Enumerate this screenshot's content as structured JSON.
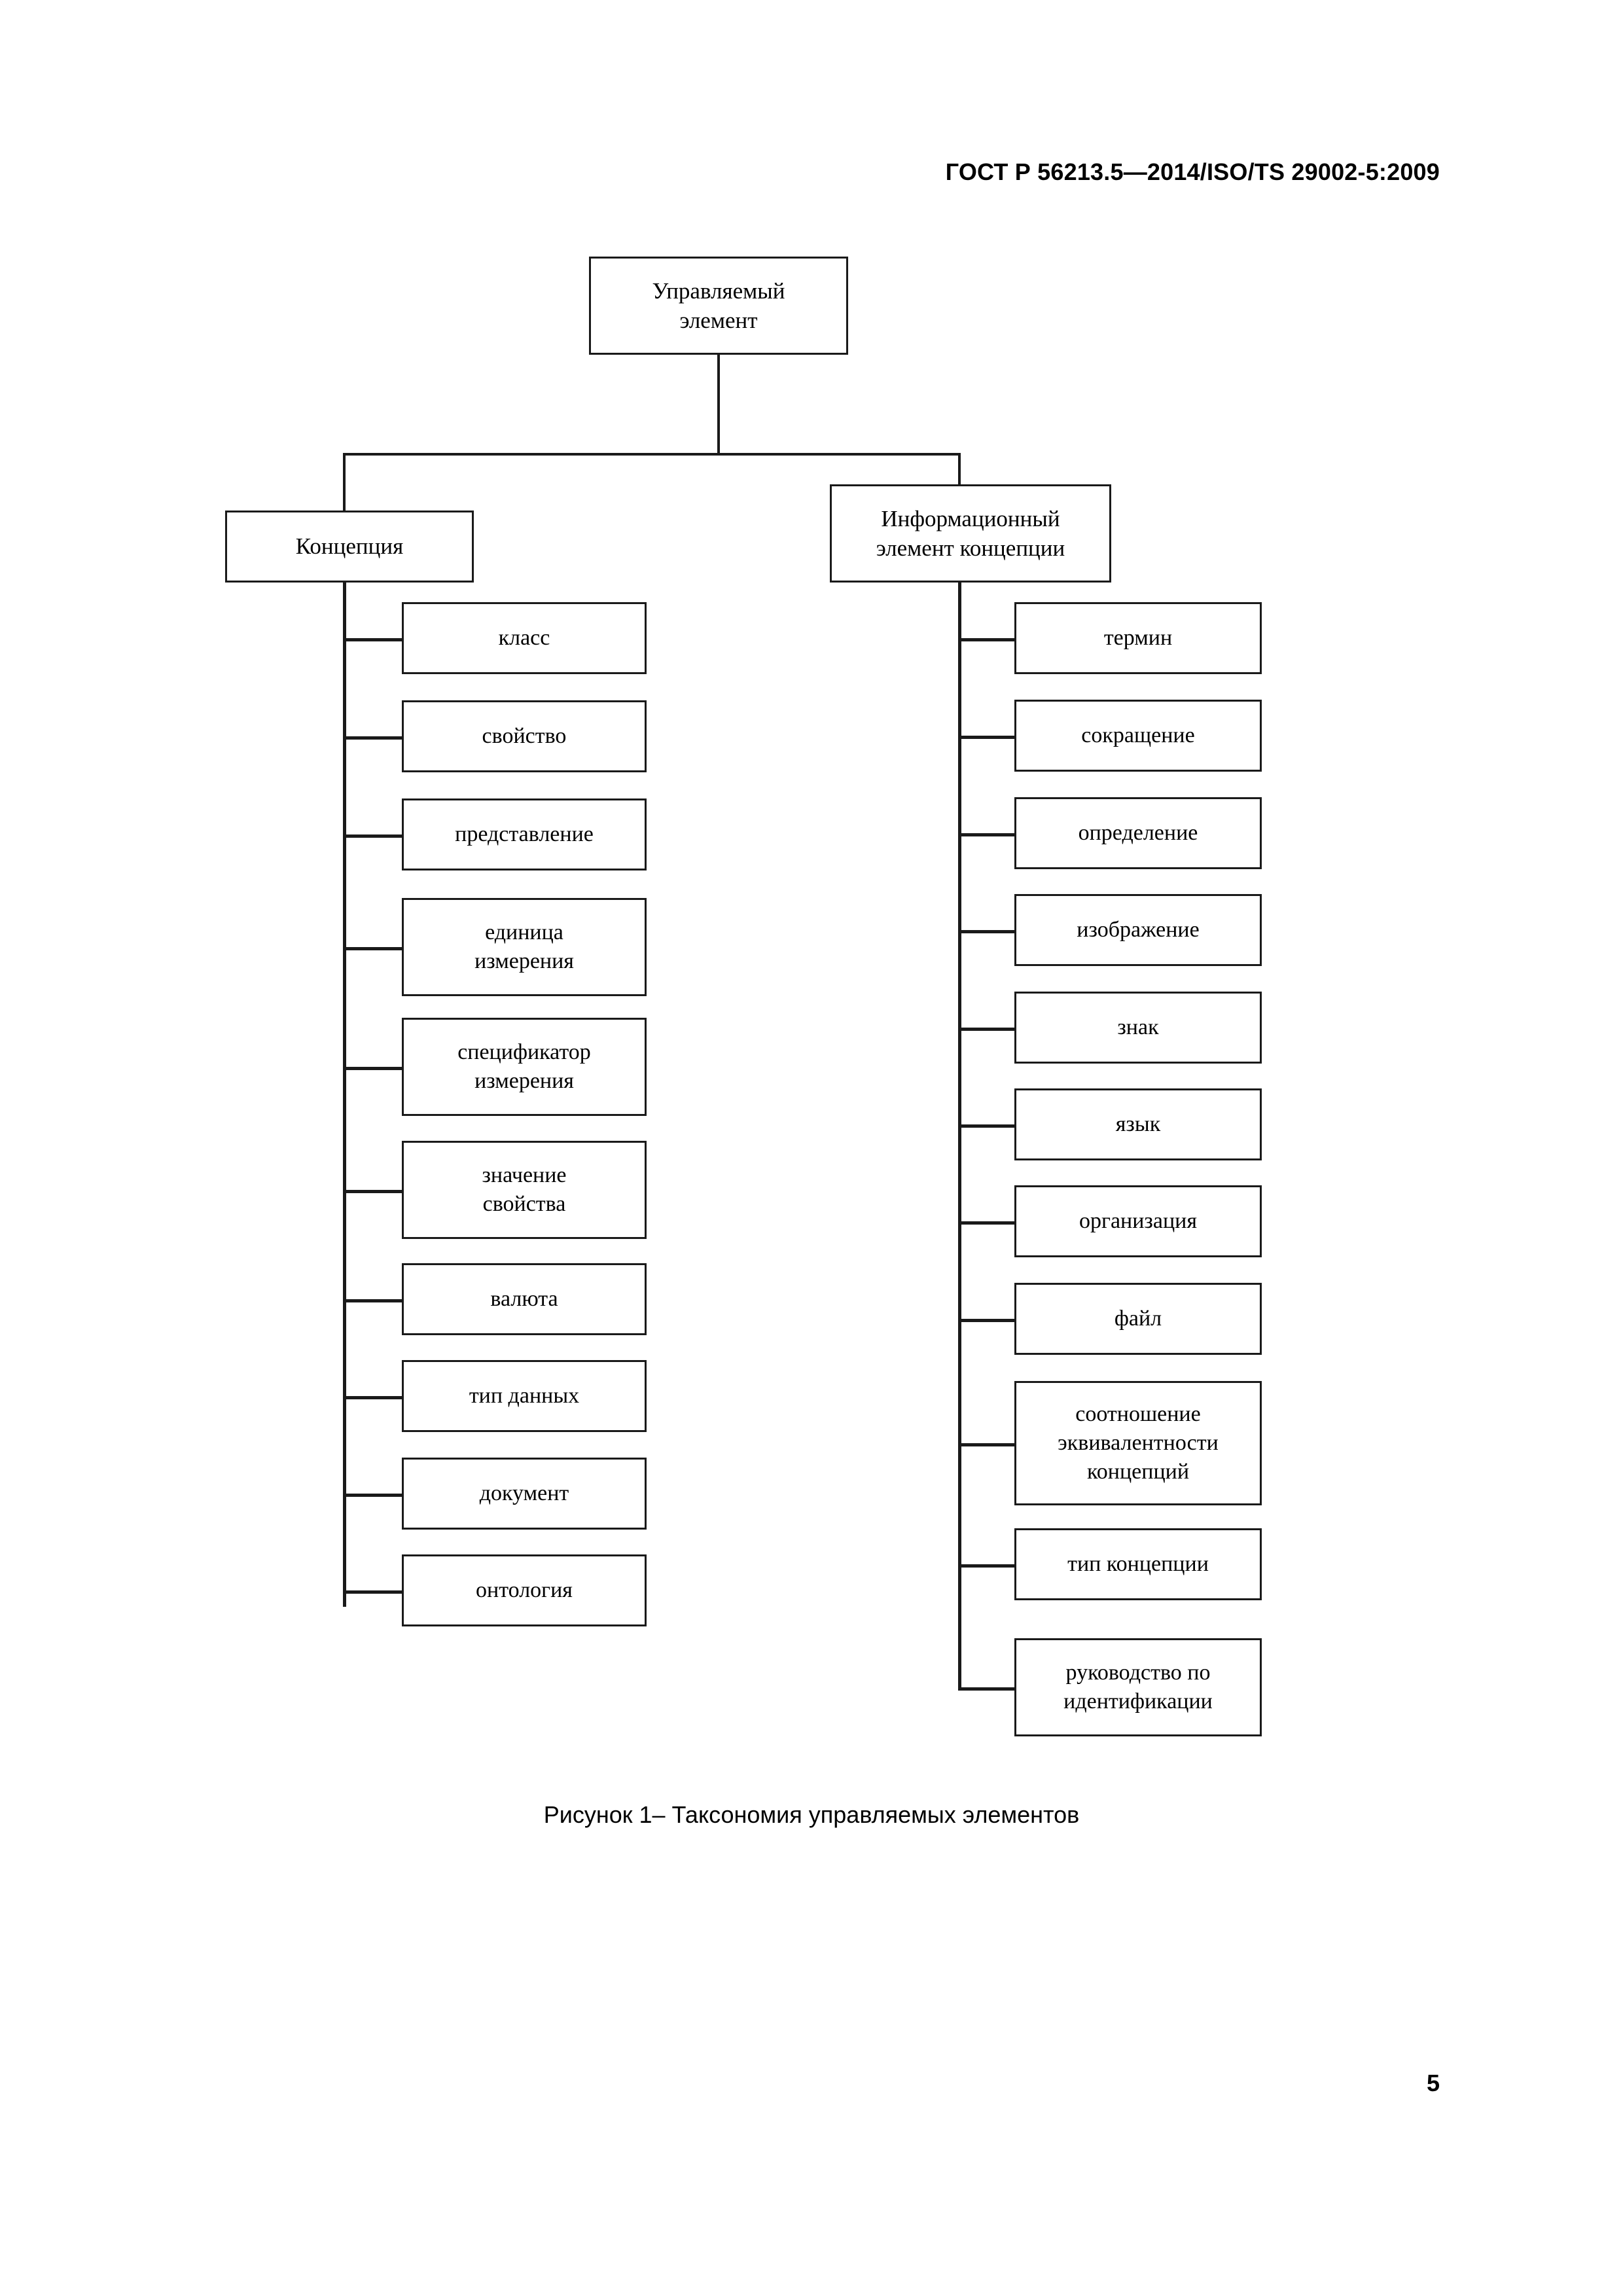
{
  "document": {
    "header": "ГОСТ Р 56213.5—2014/ISO/TS 29002-5:2009",
    "page_number": "5",
    "figure_caption": "Рисунок 1– Таксономия управляемых элементов"
  },
  "diagram": {
    "title": "Таксономия управляемых элементов",
    "type": "tree",
    "root": {
      "label": "Управляемый\nэлемент"
    },
    "branches": [
      {
        "label": "Концепция",
        "children": [
          {
            "label": "класс"
          },
          {
            "label": "свойство"
          },
          {
            "label": "представление"
          },
          {
            "label": "единица\nизмерения"
          },
          {
            "label": "спецификатор\nизмерения"
          },
          {
            "label": "значение\nсвойства"
          },
          {
            "label": "валюта"
          },
          {
            "label": "тип данных"
          },
          {
            "label": "документ"
          },
          {
            "label": "онтология"
          }
        ]
      },
      {
        "label": "Информационный\nэлемент концепции",
        "children": [
          {
            "label": "термин"
          },
          {
            "label": "сокращение"
          },
          {
            "label": "определение"
          },
          {
            "label": "изображение"
          },
          {
            "label": "знак"
          },
          {
            "label": "язык"
          },
          {
            "label": "организация"
          },
          {
            "label": "файл"
          },
          {
            "label": "соотношение\nэквивалентности\nконцепций"
          },
          {
            "label": "тип концепции"
          },
          {
            "label": "руководство по\nидентификации"
          }
        ]
      }
    ]
  },
  "colors": {
    "line": "#1a1a1a",
    "box_fill": "#ffffff",
    "text": "#000000"
  }
}
